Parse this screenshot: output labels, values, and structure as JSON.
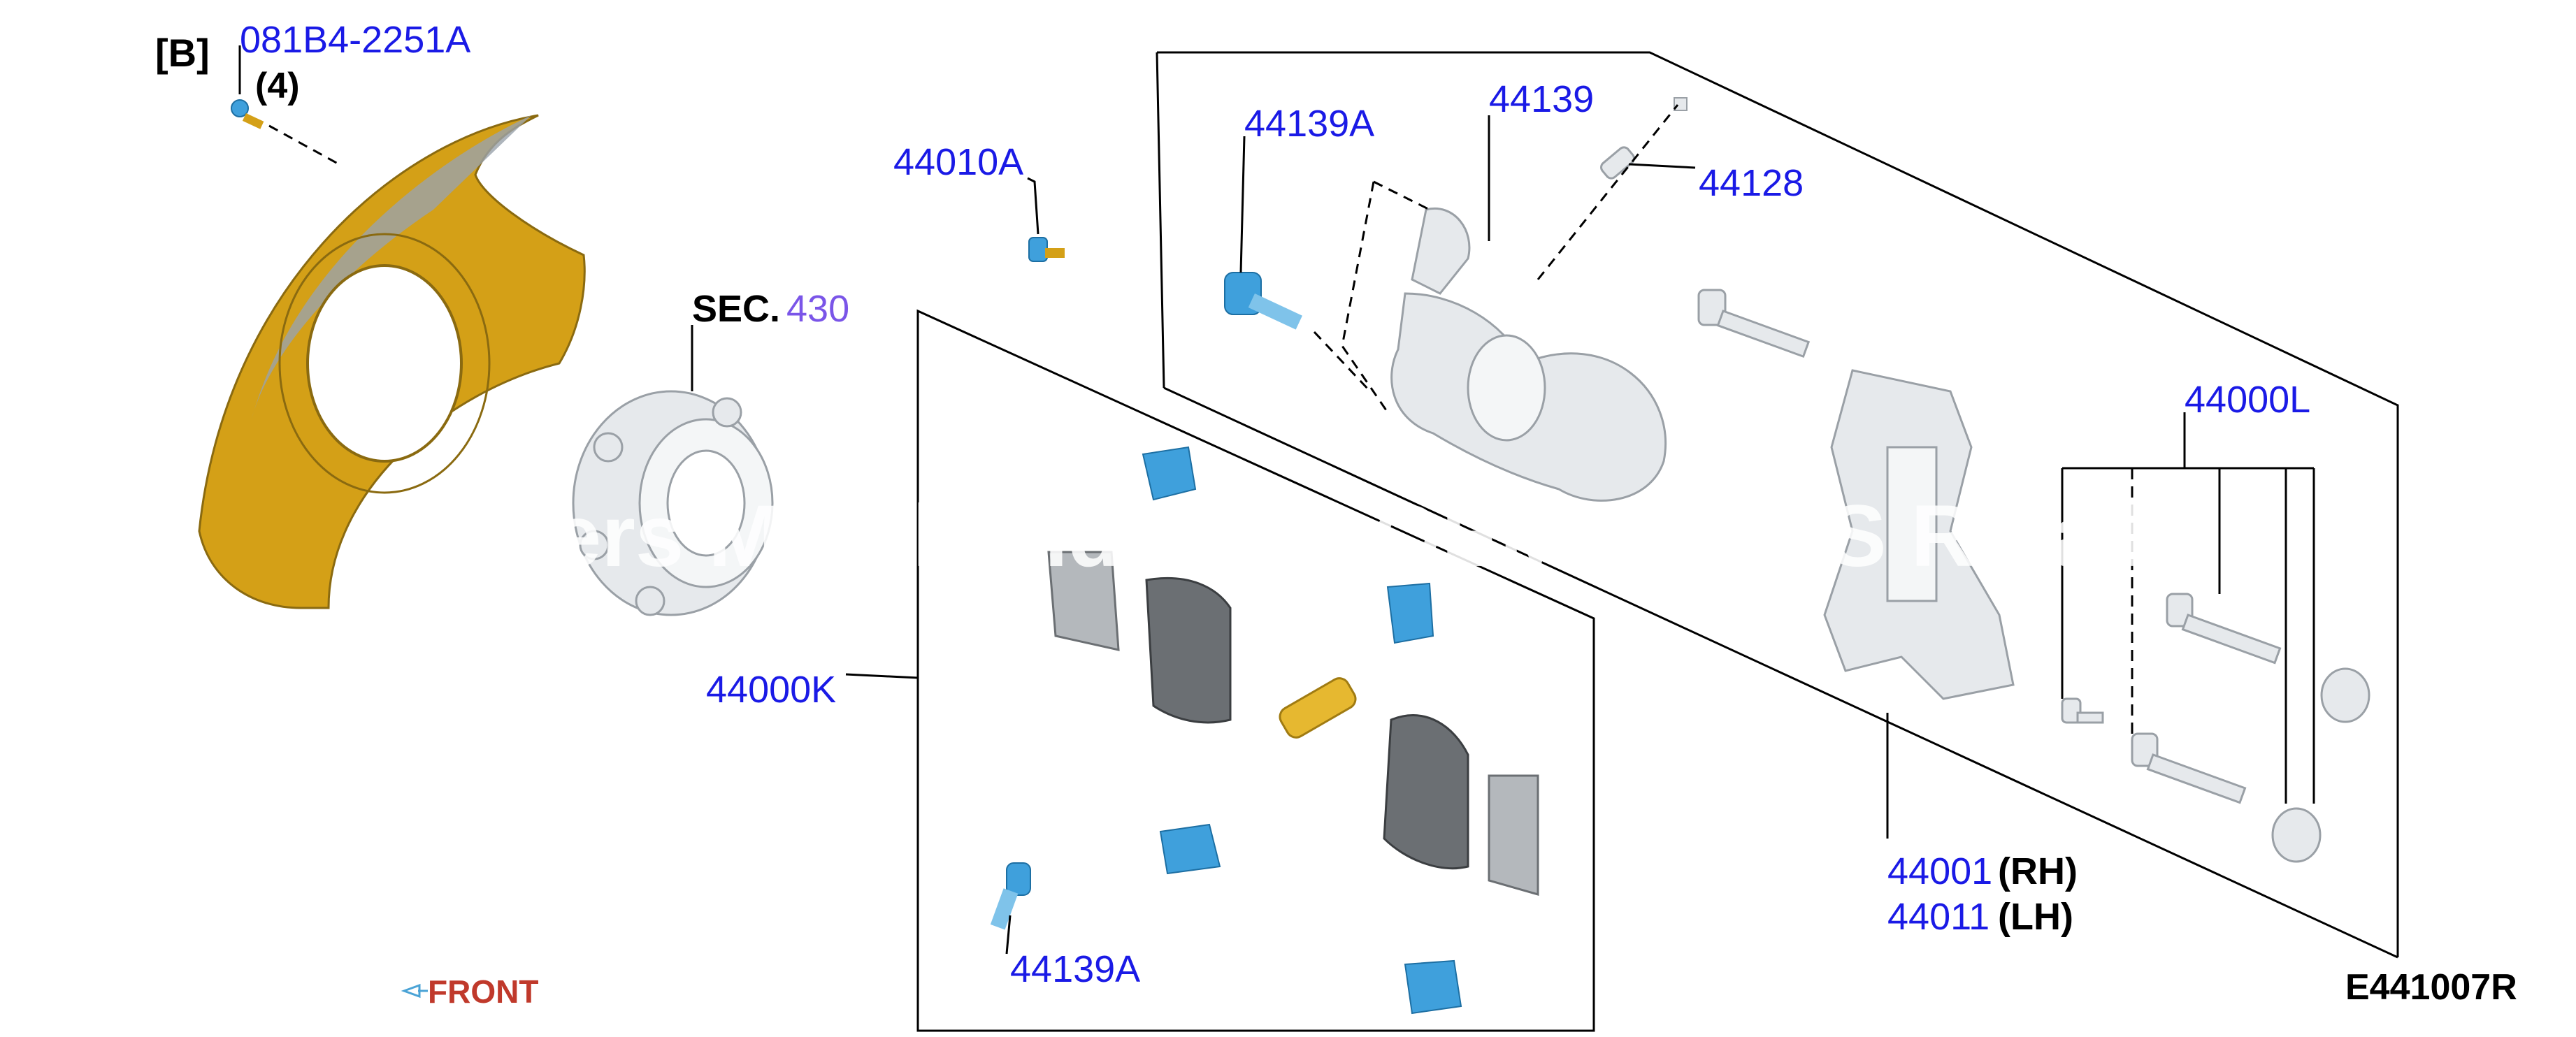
{
  "diagram": {
    "id_code": "E441007R",
    "section_ref": {
      "prefix": "SEC.",
      "number": "430"
    },
    "front_label": "FRONT",
    "view_tag": "[B]",
    "watermark": "Offers Merchandise to OEM PARTS Retail",
    "callouts": [
      {
        "part": "081B4-2251A",
        "qty": "(4)"
      },
      {
        "part": "44010A"
      },
      {
        "part": "44139A"
      },
      {
        "part": "44139"
      },
      {
        "part": "44128"
      },
      {
        "part": "44000L"
      },
      {
        "part": "44000K"
      },
      {
        "part": "44139A"
      },
      {
        "part": "44001",
        "side": "(RH)"
      },
      {
        "part": "44011",
        "side": "(LH)"
      }
    ]
  },
  "colors": {
    "part_number": "#1a1ae6",
    "section_number": "#7a55e8",
    "front": "#c0392b",
    "front_arrow": "#4aa3d6",
    "text": "#000000",
    "gold": "#d4a017",
    "blue_hw": "#3fa0dc",
    "gray_part": "#dfe3e6",
    "pad": "#6b6f73"
  }
}
